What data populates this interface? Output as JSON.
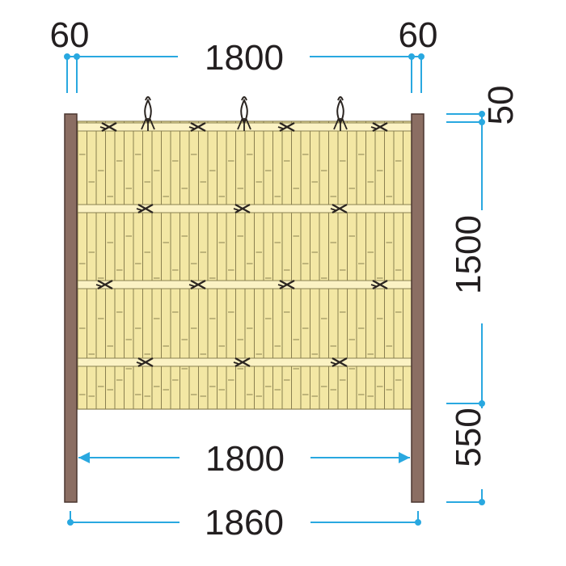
{
  "dimensions": {
    "top_post_left": "60",
    "top_panel": "1800",
    "top_post_right": "60",
    "side_top_cap": "50",
    "side_panel_height": "1500",
    "side_ground_gap": "550",
    "bottom_inner_span": "1800",
    "bottom_overall": "1860"
  },
  "colors": {
    "dimension_line": "#29a8e0",
    "post_fill": "#8b6e63",
    "post_stroke": "#4a3630",
    "bamboo_fill": "#f3e7a4",
    "bamboo_line": "#8a8050",
    "rail_fill": "#fbf2c4",
    "binding": "#2a2420",
    "text": "#231f20"
  }
}
